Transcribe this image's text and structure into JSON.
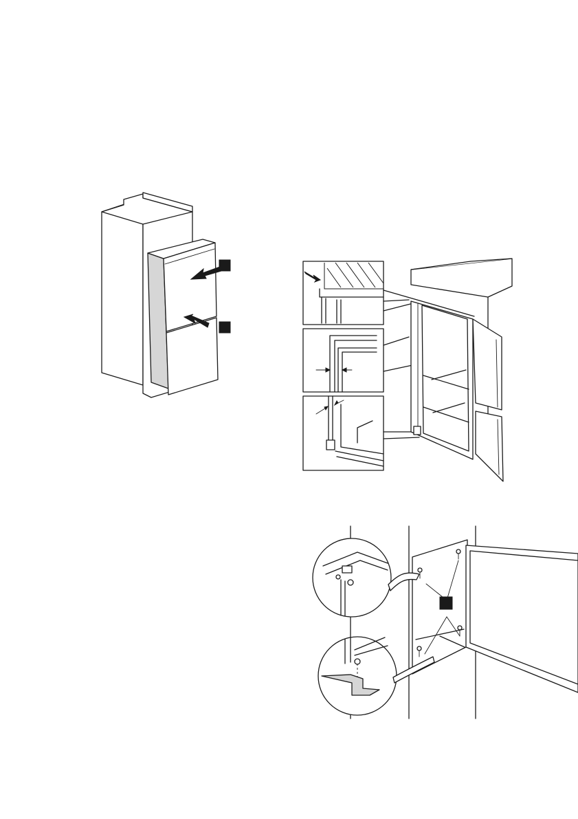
{
  "figures": [
    {
      "name": "cabinet-appliance-insertion",
      "callouts": [
        "",
        ""
      ]
    },
    {
      "name": "door-gap-detail",
      "callouts": []
    },
    {
      "name": "cover-fitting-screws",
      "callouts": [
        ""
      ]
    }
  ],
  "colors": {
    "line": "#1a1a1a",
    "fill": "#ffffff",
    "side_panel": "#d6d6d6",
    "callout_box": "#1a1a1a"
  }
}
